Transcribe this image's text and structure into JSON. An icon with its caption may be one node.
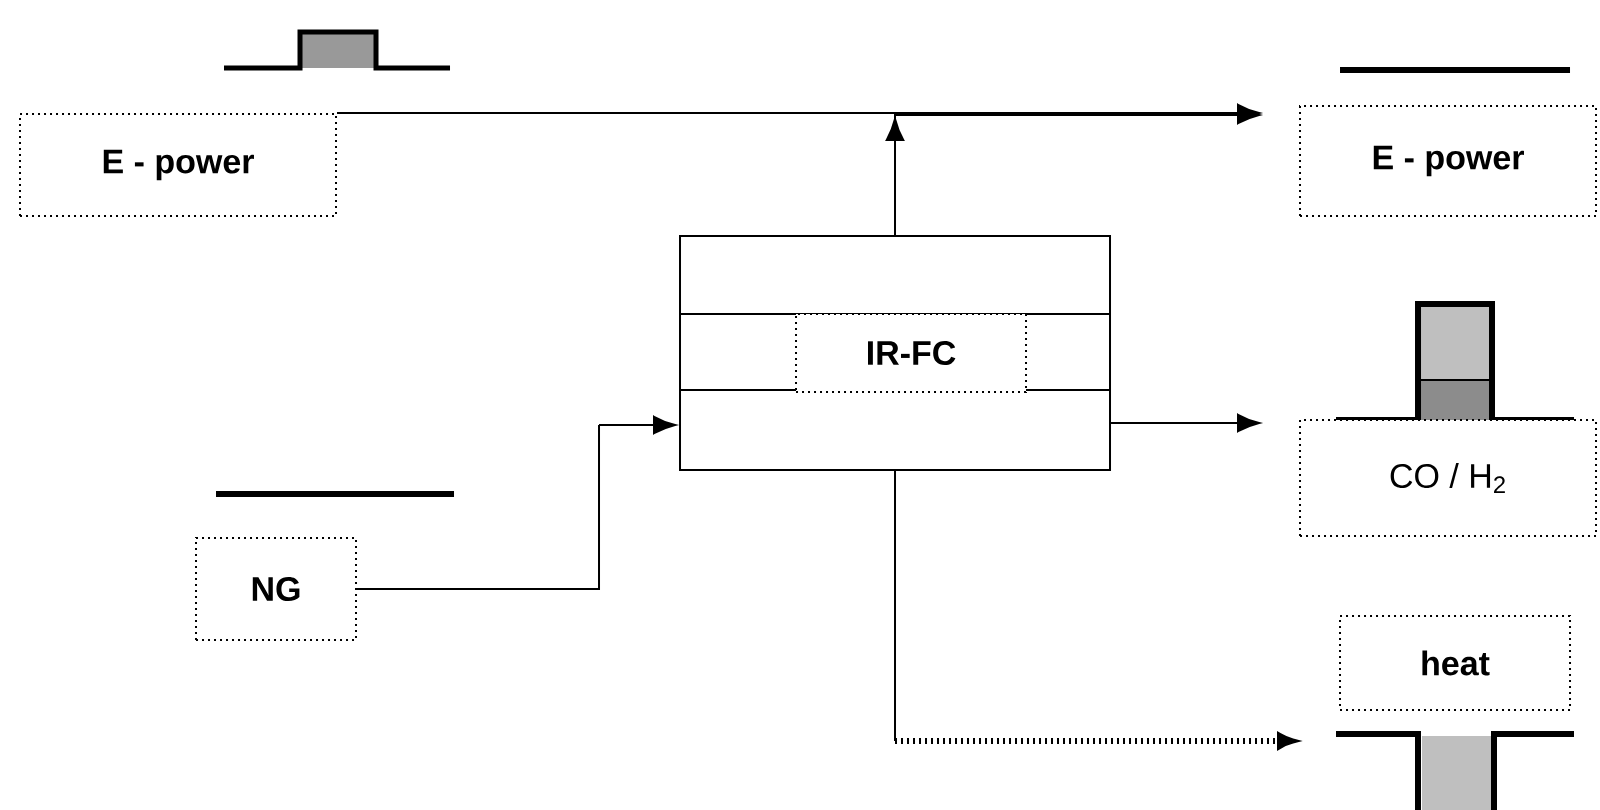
{
  "diagram": {
    "nodes": [
      {
        "text": [
          "E - power"
        ]
      },
      {
        "text": [
          "NG"
        ]
      },
      {
        "text": [],
        "shape": "box"
      },
      {
        "text": [
          "IR-FC"
        ],
        "in": 2
      },
      {
        "text": [
          "E - power"
        ]
      },
      {
        "text": [
          "CO / H$_{2}$"
        ]
      },
      {
        "text": [
          "heat"
        ]
      }
    ],
    "edges": [
      {
        "from": 0,
        "to": 4,
        "arrow": "to"
      },
      {
        "from": 2,
        "to": 4,
        "arrow": "to"
      },
      {
        "from": 1,
        "to": 2,
        "arrow": "to"
      },
      {
        "from": 2,
        "to": 5,
        "arrow": "to"
      },
      {
        "from": 2,
        "to": 6,
        "arrow": "to",
        "style": "dashed"
      }
    ]
  }
}
